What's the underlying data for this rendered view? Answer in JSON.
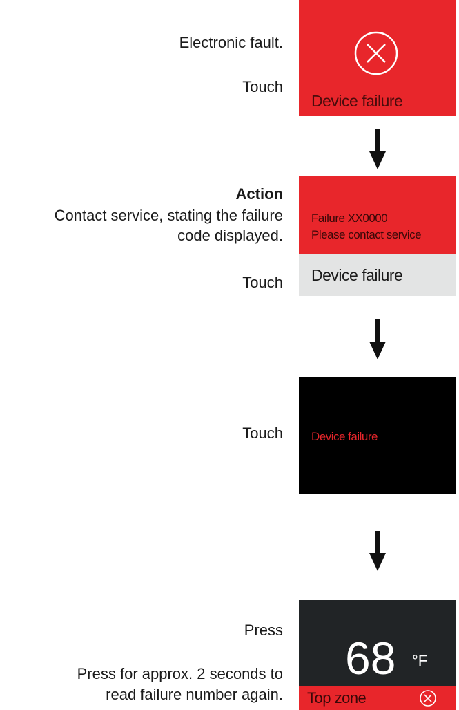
{
  "step1": {
    "line1": "Electronic fault.",
    "line2": "Touch",
    "screen_label": "Device failure"
  },
  "step2": {
    "heading": "Action",
    "text1": "Contact service, stating the failure",
    "text2": "code displayed.",
    "touch": "Touch",
    "code_line": "Failure XX0000",
    "contact_line": "Please contact service",
    "bar_label": "Device failure"
  },
  "step3": {
    "touch": "Touch",
    "screen_label": "Device failure"
  },
  "step4": {
    "press": "Press",
    "desc1": "Press for approx. 2 seconds to",
    "desc2": "read failure number again.",
    "temperature": "68",
    "unit": "°F",
    "zone_label": "Top zone"
  },
  "icons": [
    "error-circle-x-icon",
    "down-arrow-icon"
  ],
  "colors": {
    "red": "#e8262b",
    "grey": "#e3e4e4",
    "black": "#000000",
    "dark": "#212426"
  }
}
